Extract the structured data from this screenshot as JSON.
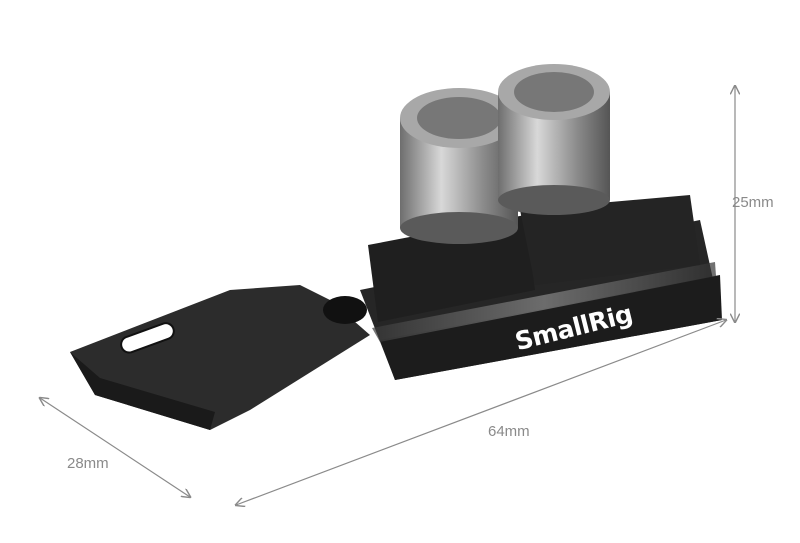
{
  "product": {
    "brand": "SmallRig"
  },
  "dimensions": {
    "height": "25mm",
    "length": "64mm",
    "width": "28mm"
  },
  "colors": {
    "body": "#262626",
    "knob": "#9a9a9a",
    "dimension_line": "#8a8a8a"
  }
}
